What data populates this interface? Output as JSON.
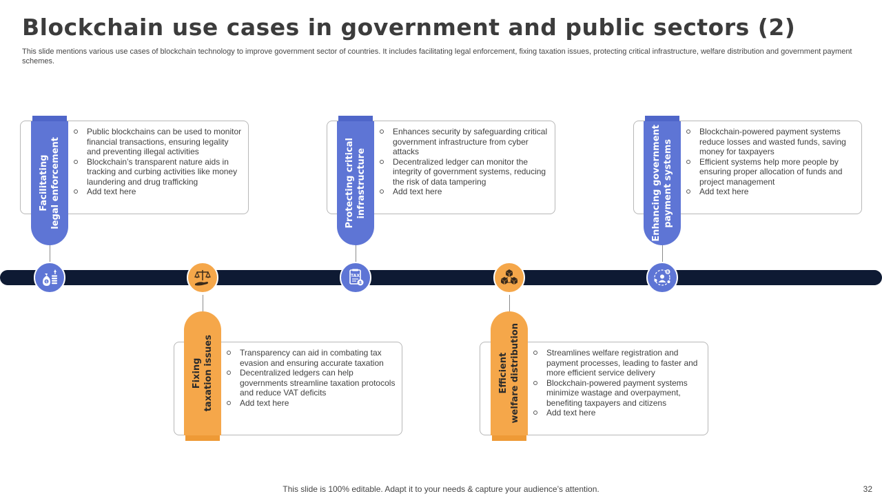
{
  "slide": {
    "title": "Blockchain use cases in government and public sectors (2)",
    "subtitle": "This slide mentions various use cases of blockchain technology to improve government sector of countries. It includes facilitating legal enforcement, fixing taxation issues, protecting critical infrastructure, welfare distribution and government payment schemes.",
    "footer": "This slide is 100% editable. Adapt it to your needs & capture your audience’s attention.",
    "page_number": "32"
  },
  "colors": {
    "blue": "#5e75d5",
    "orange": "#f5a74a",
    "timeline": "#0e1a33"
  },
  "cards": [
    {
      "label_lines": [
        "Facilitating",
        "legal enforcement"
      ],
      "icon": "money-bag-icon",
      "bullets": [
        "Public blockchains can be used to monitor financial transactions, ensuring legality and preventing illegal activities",
        "Blockchain’s transparent nature aids in tracking and curbing activities like money laundering and drug trafficking",
        "Add text here"
      ]
    },
    {
      "label_lines": [
        "Fixing",
        "taxation issues"
      ],
      "icon": "scales-hand-icon",
      "bullets": [
        "Transparency can aid in combating tax evasion and ensuring accurate taxation",
        "Decentralized ledgers can help governments streamline taxation protocols and reduce VAT  deficits",
        "Add text here"
      ]
    },
    {
      "label_lines": [
        "Protecting critical",
        "infrastructure"
      ],
      "icon": "tax-document-icon",
      "bullets": [
        "Enhances security by safeguarding critical government infrastructure from cyber attacks",
        "Decentralized ledger can monitor the integrity of government systems, reducing the risk of data tampering",
        "Add text here"
      ]
    },
    {
      "label_lines": [
        "Efficient",
        "welfare distribution"
      ],
      "icon": "blockchain-cubes-icon",
      "bullets": [
        "Streamlines welfare registration and payment processes, leading to faster and more efficient service delivery",
        "Blockchain-powered payment systems minimize wastage and overpayment, benefiting taxpayers and citizens",
        "Add text here"
      ]
    },
    {
      "label_lines": [
        "Enhancing government",
        "payment systems"
      ],
      "icon": "person-network-icon",
      "bullets": [
        "Blockchain-powered payment systems reduce losses and wasted funds, saving money for taxpayers",
        "Efficient systems help more people by ensuring proper allocation of funds and project management",
        "Add text here"
      ]
    }
  ]
}
